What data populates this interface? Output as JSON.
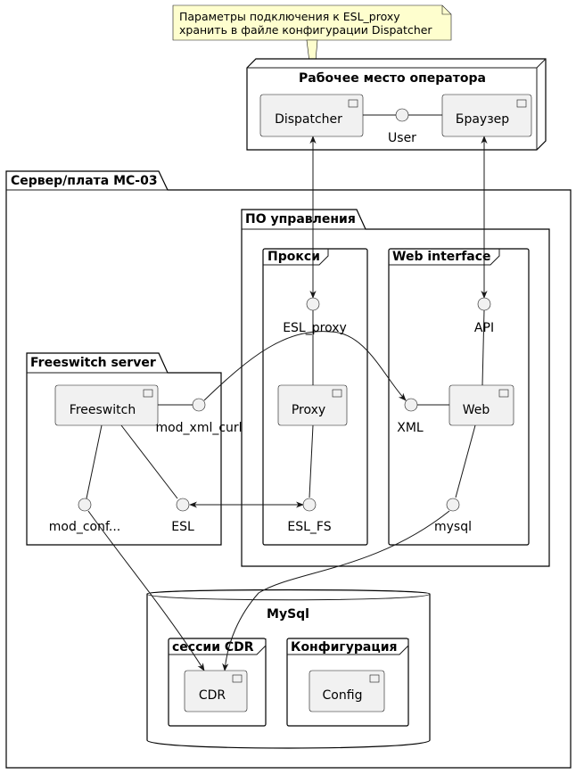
{
  "note": {
    "lines": [
      "Параметры подключения к ESL_proxy",
      "хранить в файле конфигурации Dispatcher"
    ]
  },
  "operator_node": {
    "title": "Рабочее место оператора",
    "dispatcher": "Dispatcher",
    "user": "User",
    "browser": "Браузер"
  },
  "server": {
    "title": "Сервер/плата МС-03"
  },
  "po": {
    "title": "ПО управления",
    "proxy_frame": "Прокси",
    "web_frame": "Web interface",
    "esl_proxy": "ESL_proxy",
    "proxy": "Proxy",
    "esl_fs": "ESL_FS",
    "api": "API",
    "web": "Web",
    "xml": "XML",
    "mysql": "mysql"
  },
  "freeswitch": {
    "title": "Freeswitch server",
    "freeswitch": "Freeswitch",
    "mod_xml_curl": "mod_xml_curl",
    "mod_conf": "mod_conf...",
    "esl": "ESL"
  },
  "mysql_db": {
    "title": "MySql",
    "cdr_frame": "сессии CDR",
    "cdr": "CDR",
    "config_frame": "Конфигурация",
    "config": "Config"
  }
}
